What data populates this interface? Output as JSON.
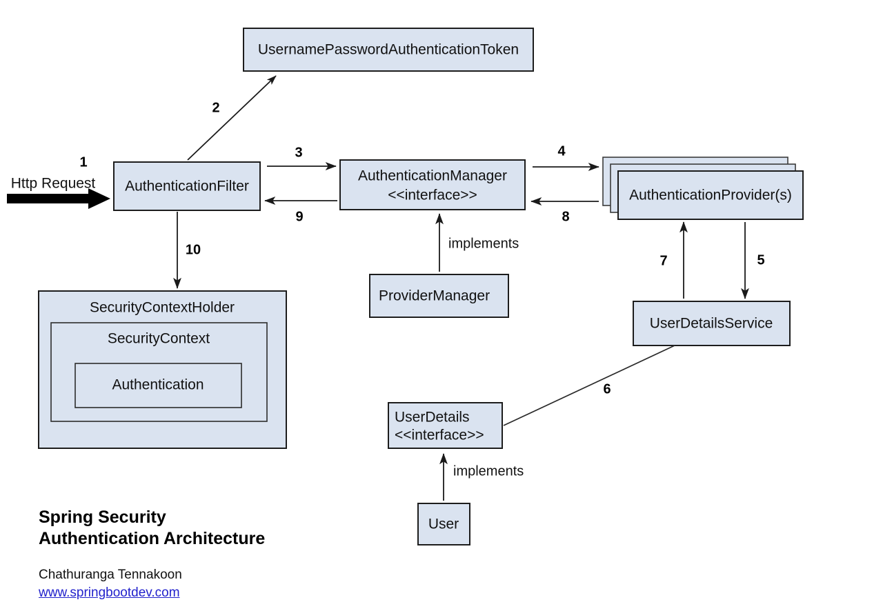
{
  "diagram": {
    "title_line1": "Spring Security",
    "title_line2": "Authentication Architecture",
    "author": "Chathuranga Tennakoon",
    "website": "www.springbootdev.com",
    "colors": {
      "box_fill": "#dae3f0",
      "box_stroke": "#1c1c1c",
      "line": "#1a1a1a",
      "link": "#2222cc",
      "background": "#ffffff"
    }
  },
  "nodes": {
    "token": {
      "label": "UsernamePasswordAuthenticationToken"
    },
    "filter": {
      "label": "AuthenticationFilter"
    },
    "manager": {
      "label_line1": "AuthenticationManager",
      "label_line2": "<<interface>>"
    },
    "provider": {
      "label": "AuthenticationProvider(s)"
    },
    "provider_manager": {
      "label": "ProviderManager"
    },
    "user_details_service": {
      "label": "UserDetailsService"
    },
    "user_details": {
      "label_line1": "UserDetails",
      "label_line2": "<<interface>>"
    },
    "user": {
      "label": "User"
    },
    "security_context_holder": {
      "label": "SecurityContextHolder"
    },
    "security_context": {
      "label": "SecurityContext"
    },
    "authentication": {
      "label": "Authentication"
    }
  },
  "edges": {
    "http_request": {
      "label": "Http Request",
      "step": "1"
    },
    "filter_to_token": {
      "step": "2"
    },
    "filter_to_manager": {
      "step": "3"
    },
    "manager_to_provider": {
      "step": "4"
    },
    "provider_to_uds": {
      "step": "5"
    },
    "uds_to_userdetails": {
      "step": "6"
    },
    "uds_to_provider": {
      "step": "7"
    },
    "provider_to_manager": {
      "step": "8"
    },
    "manager_to_filter": {
      "step": "9"
    },
    "filter_to_context": {
      "step": "10"
    },
    "provider_manager_implements": {
      "label": "implements"
    },
    "user_implements": {
      "label": "implements"
    }
  }
}
